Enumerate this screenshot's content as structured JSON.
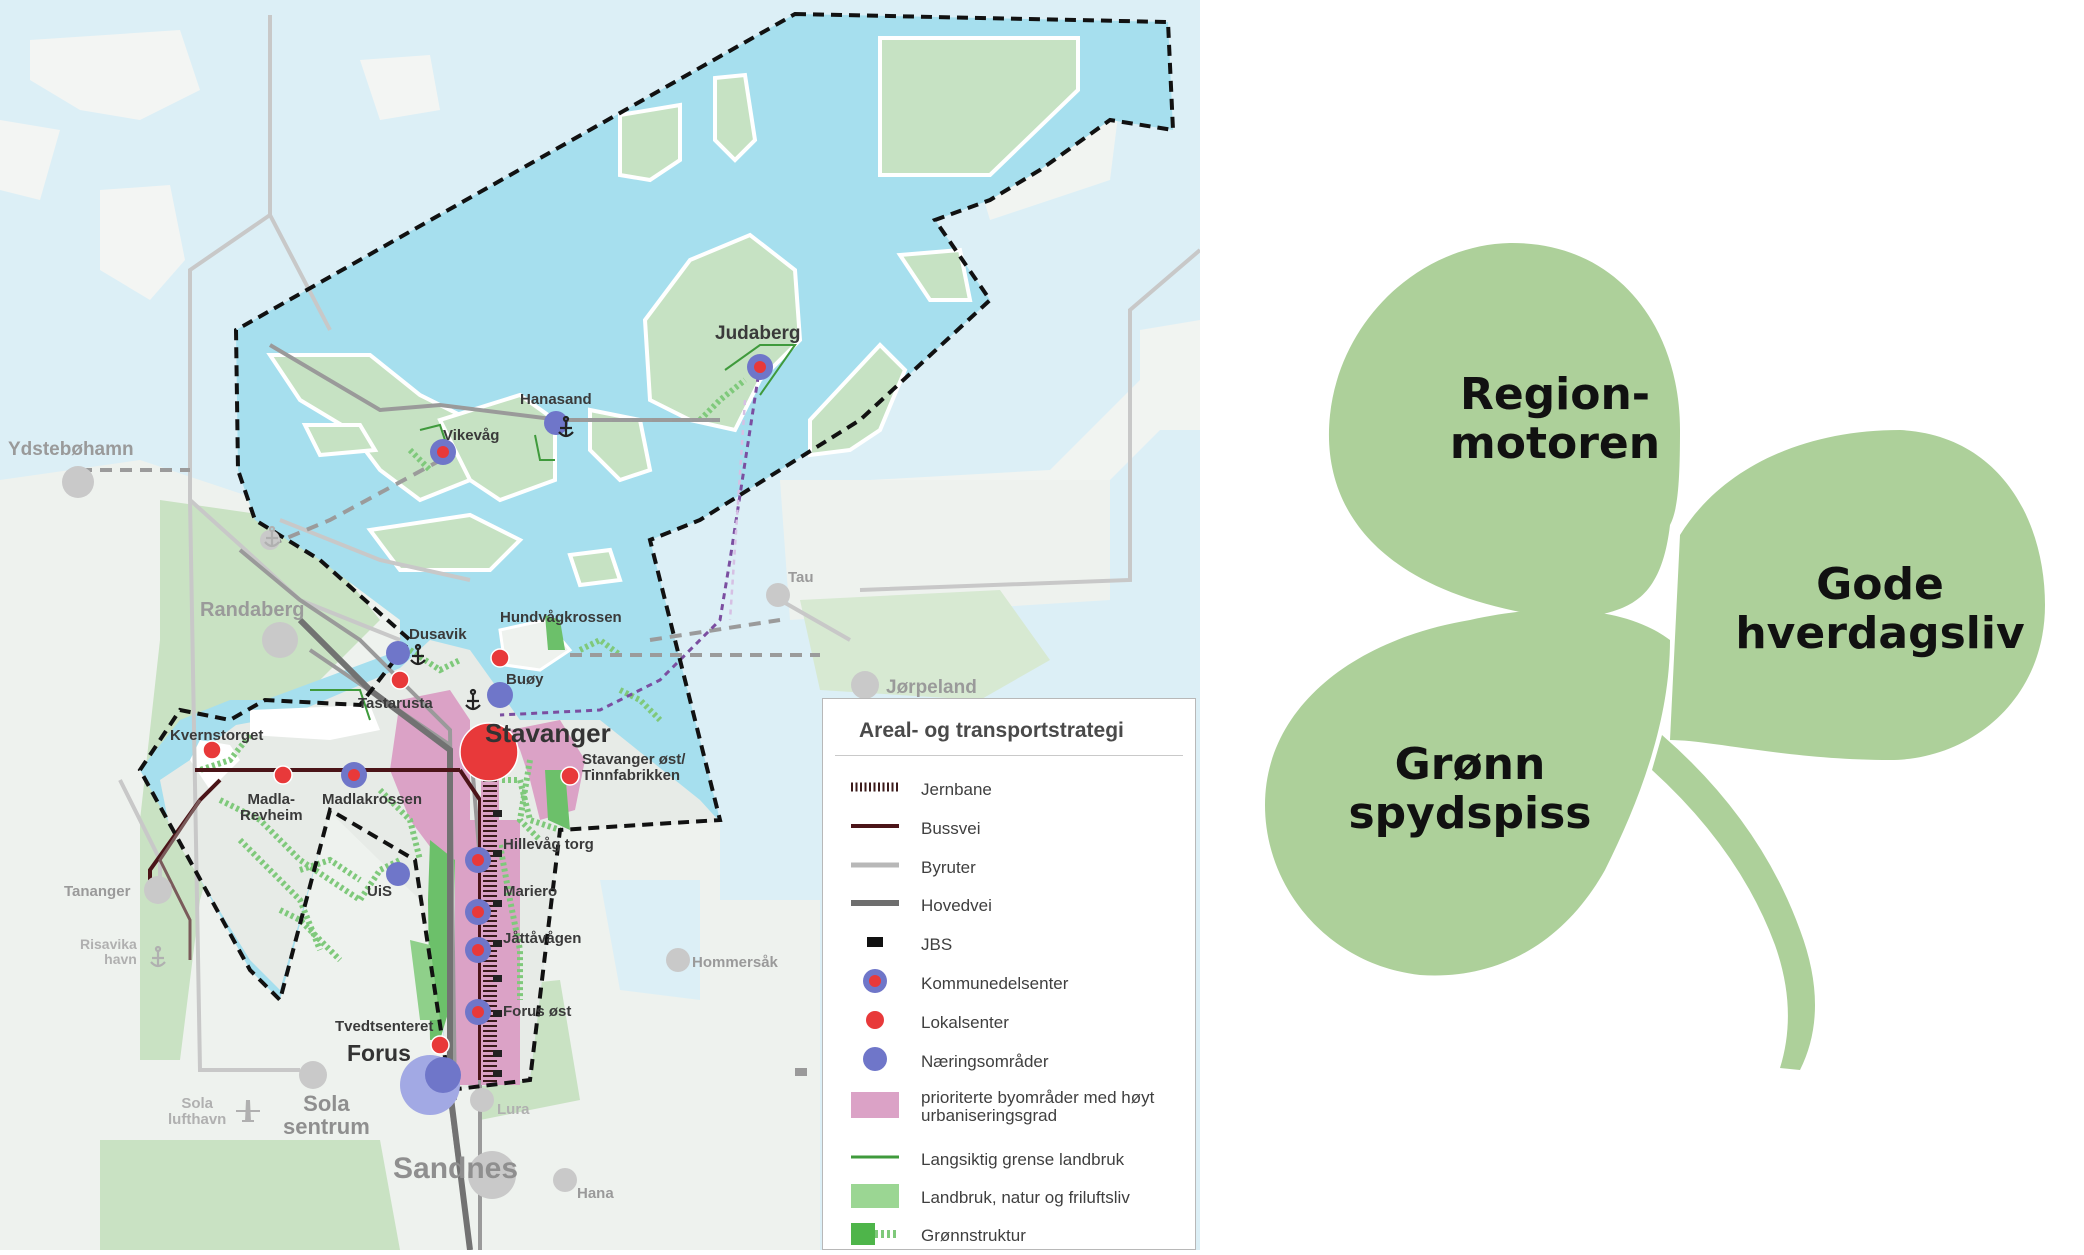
{
  "legend": {
    "title": "Areal- og transportstrategi",
    "items": [
      {
        "label": "Jernbane",
        "icon": "railway-symbol"
      },
      {
        "label": "Bussvei",
        "icon": "bus-route-symbol"
      },
      {
        "label": "Byruter",
        "icon": "city-route-symbol"
      },
      {
        "label": "Hovedvei",
        "icon": "main-road-symbol"
      },
      {
        "label": "JBS",
        "icon": "jbs-symbol"
      },
      {
        "label": "Kommunedelsenter",
        "icon": "district-centre-symbol"
      },
      {
        "label": "Lokalsenter",
        "icon": "local-centre-symbol"
      },
      {
        "label": "Næringsområder",
        "icon": "business-area-symbol"
      },
      {
        "label": "prioriterte byområder med høyt urbaniseringsgrad",
        "icon": "priority-urban-area-symbol"
      },
      {
        "label": "Langsiktig grense landbruk",
        "icon": "agri-boundary-symbol"
      },
      {
        "label": "Landbruk, natur og friluftsliv",
        "icon": "agri-nature-symbol"
      },
      {
        "label": "Grønnstruktur",
        "icon": "green-structure-symbol"
      }
    ]
  },
  "places": {
    "stavanger": "Stavanger",
    "sandnes": "Sandnes",
    "forus": "Forus",
    "judaberg": "Judaberg",
    "hanasand": "Hanasand",
    "vikevag": "Vikevåg",
    "ydstebohamn": "Ydstebøhamn",
    "randaberg": "Randaberg",
    "tau": "Tau",
    "jorpeland": "Jørpeland",
    "dusavik": "Dusavik",
    "hundvagkrossen": "Hundvågkrossen",
    "buoy": "Buøy",
    "tastarusta": "Tastarusta",
    "kvernstorget": "Kvernstorget",
    "madla_revheim": "Madla-\nRevheim",
    "madlakrossen": "Madlakrossen",
    "stavanger_ost": "Stavanger øst/\nTinnfabrikken",
    "hillevag": "Hillevåg torg",
    "mariero": "Mariero",
    "jattavagen": "Jåttåvågen",
    "uis": "UiS",
    "tananger": "Tananger",
    "risavika": "Risavika\nhavn",
    "hommersak": "Hommersåk",
    "tvedtsenteret": "Tvedtsenteret",
    "forus_ost": "Forus øst",
    "sola_lufthavn": "Sola\nlufthavn",
    "sola_sentrum": "Sola\nsentrum",
    "lura": "Lura",
    "hana": "Hana"
  },
  "clover": {
    "leaf_top": "Region-\nmotoren",
    "leaf_right": "Gode\nhverdagsliv",
    "leaf_left": "Grønn\nspydspiss"
  },
  "colors": {
    "sea": "#d9eff7",
    "strategy_water": "#a6dfee",
    "land": "#eef2ee",
    "island_green": "#c6e2c3",
    "agri_green": "#bcd9b5",
    "urban_pink": "#d99cc4",
    "local_red": "#e8393a",
    "business_purple": "#6f76c9",
    "clover_green": "#add09a"
  }
}
